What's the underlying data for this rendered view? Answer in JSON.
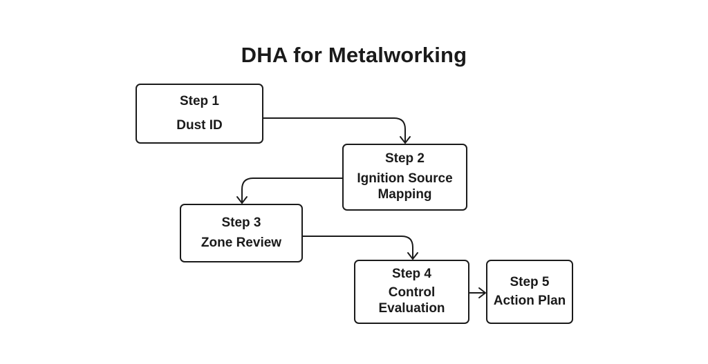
{
  "title": "DHA for Metalworking",
  "steps": [
    {
      "label": "Step 1",
      "description": "Dust ID"
    },
    {
      "label": "Step 2",
      "description": "Ignition Source Mapping"
    },
    {
      "label": "Step 3",
      "description": "Zone Review"
    },
    {
      "label": "Step 4",
      "description": "Control Evaluation"
    },
    {
      "label": "Step 5",
      "description": "Action Plan"
    }
  ],
  "colors": {
    "stroke": "#1a1a1a",
    "background": "#ffffff"
  }
}
